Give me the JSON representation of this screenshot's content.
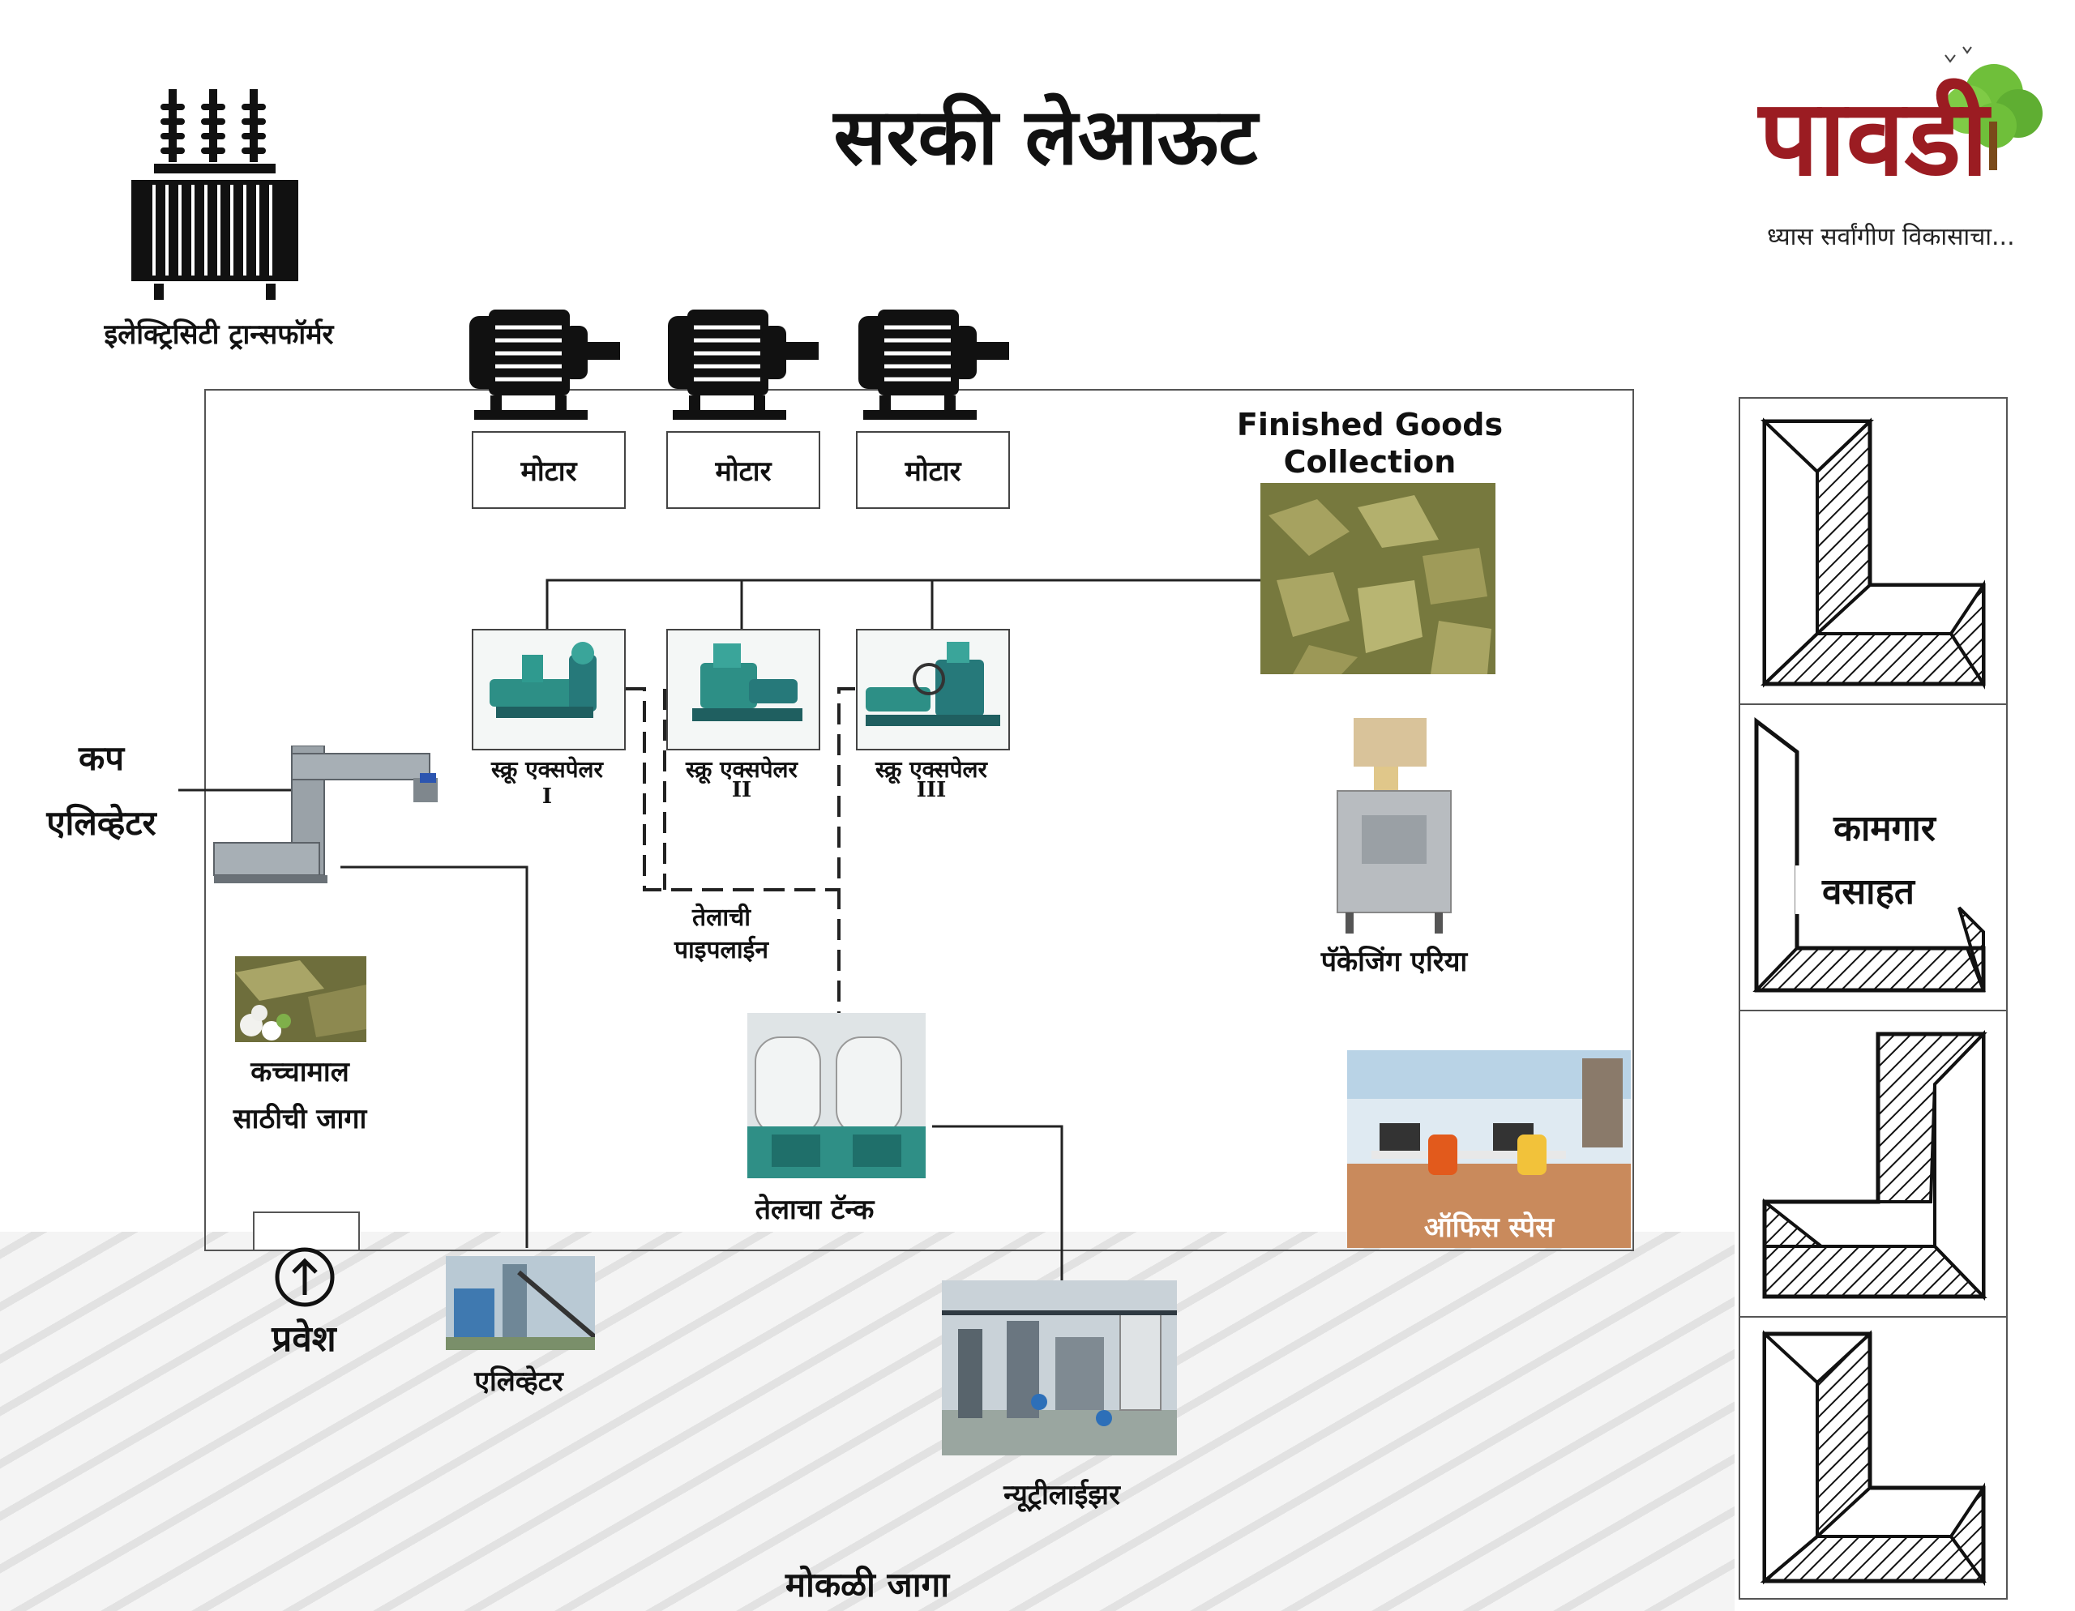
{
  "title": "सरकी लेआऊट",
  "brand": {
    "logo_text": "पावडी",
    "tagline": "ध्यास सर्वांगीण विकासाचा...",
    "color": "#9b1c22",
    "leaf_color": "#6fbf3a"
  },
  "transformer": {
    "label": "इलेक्ट्रिसिटी ट्रान्सफॉर्मर",
    "icon": "transformer-icon"
  },
  "motors": [
    {
      "label": "मोटार",
      "icon": "motor-icon"
    },
    {
      "label": "मोटार",
      "icon": "motor-icon"
    },
    {
      "label": "मोटार",
      "icon": "motor-icon"
    }
  ],
  "expellers": [
    {
      "label": "स्क्रू एक्सपेलर",
      "numeral": "I"
    },
    {
      "label": "स्क्रू एक्सपेलर",
      "numeral": "II"
    },
    {
      "label": "स्क्रू एक्सपेलर",
      "numeral": "III"
    }
  ],
  "finished_goods": {
    "line1": "Finished Goods",
    "line2": "Collection"
  },
  "packaging": {
    "label": "पॅकेजिंग एरिया"
  },
  "cup_elevator": {
    "line1": "कप",
    "line2": "एलिव्हेटर"
  },
  "raw_material": {
    "line1": "कच्चामाल",
    "line2": "साठीची जागा"
  },
  "oil_pipeline": {
    "line1": "तेलाची",
    "line2": "पाइपलाईन"
  },
  "oil_tank": {
    "label": "तेलाचा टॅन्क"
  },
  "office": {
    "label": "ऑफिस स्पेस"
  },
  "entrance": {
    "label": "प्रवेश",
    "icon": "arrow-up-circle-icon"
  },
  "elevator": {
    "label": "एलिव्हेटर"
  },
  "neutralizer": {
    "label": "न्यूट्रीलाईझर"
  },
  "open_space": {
    "label": "मोकळी जागा"
  },
  "worker_housing": {
    "line1": "कामगार",
    "line2": "वसाहत"
  }
}
